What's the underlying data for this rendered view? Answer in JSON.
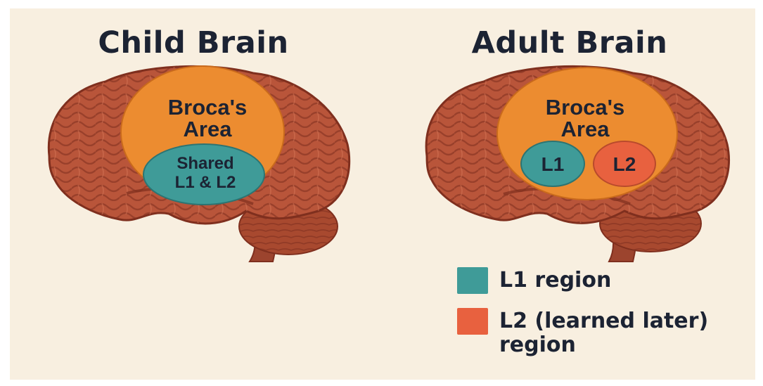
{
  "titles": {
    "left": "Child Brain",
    "right": "Adult Brain"
  },
  "child_brain": {
    "area_label_line1": "Broca's",
    "area_label_line2": "Area",
    "region_label_line1": "Shared",
    "region_label_line2": "L1 & L2"
  },
  "adult_brain": {
    "area_label_line1": "Broca's",
    "area_label_line2": "Area",
    "l1_label": "L1",
    "l2_label": "L2"
  },
  "legend": [
    {
      "label": "L1 region",
      "color": "#3f9b98"
    },
    {
      "label": "L2 (learned later)\nregion",
      "color": "#e8613f"
    }
  ],
  "colors": {
    "background": "#f8efe0",
    "cortex": "#b9553a",
    "cortex_dark": "#7f2f1e",
    "broca": "#ec8c30",
    "l1": "#3f9b98",
    "l2": "#e8613f",
    "text": "#1c2333"
  }
}
